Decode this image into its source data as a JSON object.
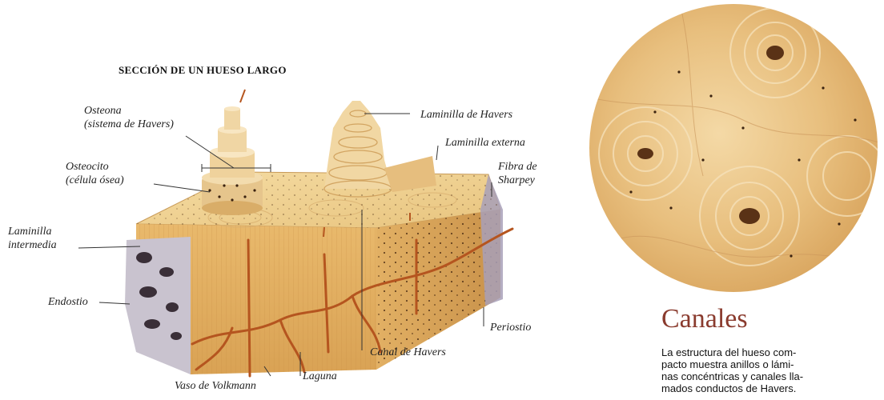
{
  "title": "SECCIÓN DE UN HUESO LARGO",
  "labels": {
    "osteona_1": "Osteona",
    "osteona_2": "(sistema de Havers)",
    "osteocito_1": "Osteocito",
    "osteocito_2": "(célula ósea)",
    "laminilla_intermedia_1": "Laminilla",
    "laminilla_intermedia_2": "intermedia",
    "endostio": "Endostio",
    "vaso_volkmann": "Vaso de Volkmann",
    "laguna": "Laguna",
    "canal_havers": "Canal de Havers",
    "periostio": "Periostio",
    "fibra_sharpey_1": "Fibra de",
    "fibra_sharpey_2": "Sharpey",
    "laminilla_externa": "Laminilla externa",
    "laminilla_havers": "Laminilla de Havers"
  },
  "sidebar": {
    "heading": "Canales",
    "caption": [
      "La estructura del hueso com-",
      "pacto muestra anillos o lámi-",
      "nas concéntricas y canales lla-",
      "mados conductos de Havers."
    ]
  }
}
